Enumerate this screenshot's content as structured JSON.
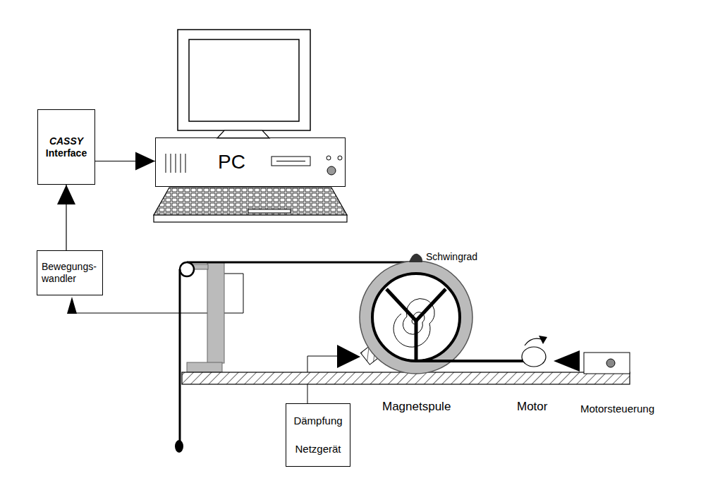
{
  "diagram": {
    "nodes": [
      {
        "text": [
          "CASSY",
          "Interface"
        ]
      },
      {
        "text": [
          "PC"
        ]
      },
      {
        "text": [
          "Bewegungs- wandler"
        ]
      },
      {
        "text": [
          "Dämpfung",
          "Netzgerät"
        ]
      }
    ],
    "edges": [
      {
        "from": 0,
        "to": 1,
        "arrow": "to"
      },
      {
        "from": 2,
        "to": 0,
        "arrow": "to"
      }
    ],
    "labels": [
      "Schwingrad",
      "Magnetspule",
      "Motor",
      "Motorsteuerung"
    ]
  }
}
